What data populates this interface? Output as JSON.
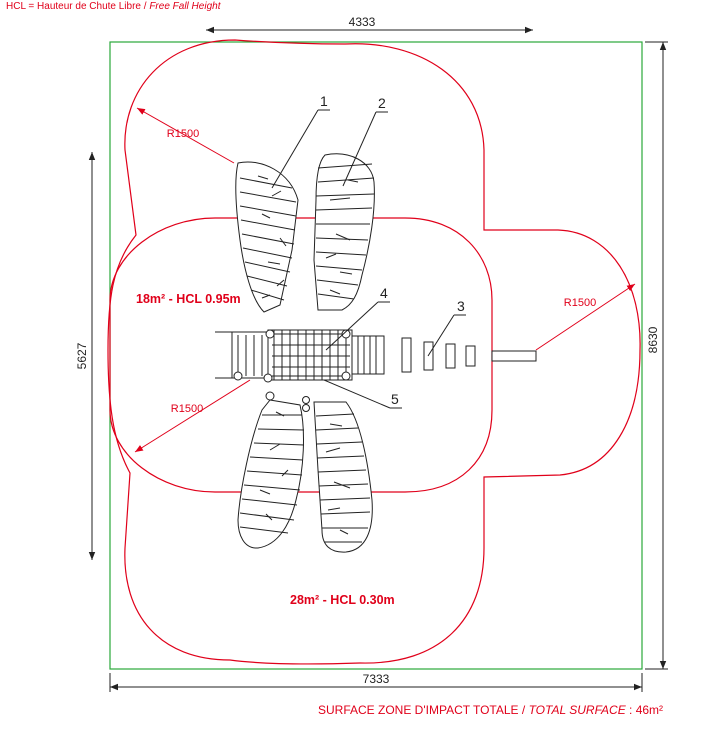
{
  "legend": {
    "abbr": "HCL = Hauteur de Chute Libre / ",
    "english": "Free Fall Height"
  },
  "dimensions": {
    "top": "4333",
    "bottom": "7333",
    "left": "5627",
    "right": "8630"
  },
  "radii": {
    "r1": "R1500",
    "r2": "R1500",
    "r3": "R1500"
  },
  "zones": {
    "inner": "18m² - HCL 0.95m",
    "outer": "28m² - HCL 0.30m"
  },
  "callouts": {
    "c1": "1",
    "c2": "2",
    "c3": "3",
    "c4": "4",
    "c5": "5"
  },
  "footer": {
    "label": "SURFACE ZONE D'IMPACT TOTALE / ",
    "english": "TOTAL SURFACE",
    "value": " : 46m²"
  },
  "colors": {
    "boundary": "#2aa83a",
    "impact": "#e0001a",
    "lines": "#222222"
  }
}
